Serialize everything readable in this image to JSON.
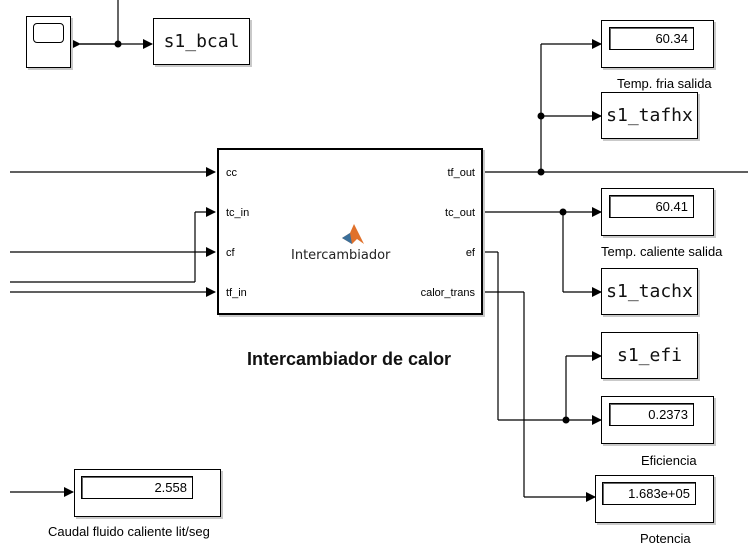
{
  "goto_tags": {
    "bcal": "s1_bcal",
    "tafhx": "s1_tafhx",
    "tachx": "s1_tachx",
    "efi": "s1_efi"
  },
  "subsystem": {
    "name": "Intercambiador",
    "title": "Intercambiador de calor",
    "inputs": [
      "cc",
      "tc_in",
      "cf",
      "tf_in"
    ],
    "outputs": [
      "tf_out",
      "tc_out",
      "ef",
      "calor_trans"
    ]
  },
  "displays": {
    "temp_fria": {
      "value": "60.34",
      "caption": "Temp. fria salida"
    },
    "temp_caliente": {
      "value": "60.41",
      "caption": "Temp. caliente salida"
    },
    "eficiencia": {
      "value": "0.2373",
      "caption": "Eficiencia"
    },
    "potencia": {
      "value": "1.683e+05",
      "caption": "Potencia"
    },
    "caudal": {
      "value": "2.558",
      "caption": "Caudal fluido caliente lit/seg"
    }
  },
  "colors": {
    "matlab_logo": "#e0712b",
    "matlab_logo_dark": "#3a6f9a"
  }
}
